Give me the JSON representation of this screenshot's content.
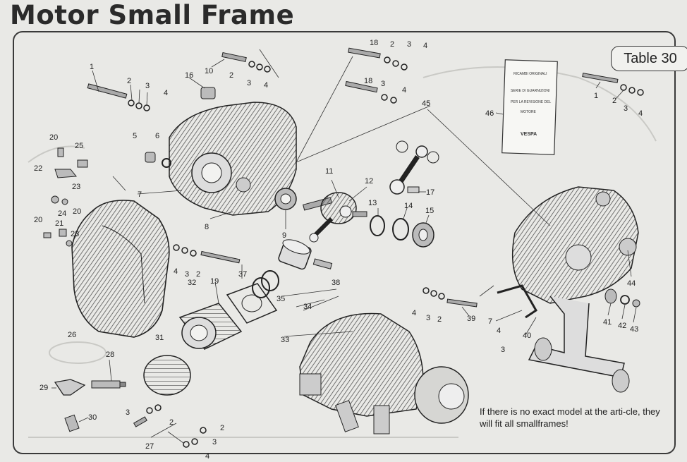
{
  "title": "Motor Small Frame",
  "table_label": "Table 30",
  "note": "If there is no exact model at the arti-cle, they will fit all smallframes!",
  "booklet": {
    "header": "RICAMBI ORIGINALI",
    "line1": "SERIE DI GUARNIZIONI",
    "line2": "PER LA REVISIONE DEL",
    "line3": "MOTORE",
    "brand": "VESPA"
  },
  "part_numbers": {
    "p1a": "1",
    "p2a": "2",
    "p3a": "3",
    "p4a": "4",
    "p16": "16",
    "p10": "10",
    "p2b": "2",
    "p3b": "3",
    "p4b": "4",
    "p18a": "18",
    "p2c": "2",
    "p3c": "3",
    "p4c": "4",
    "p18b": "18",
    "p3d": "3",
    "p4d": "4",
    "p45": "45",
    "p46": "46",
    "p1b": "1",
    "p2d": "2",
    "p3e": "3",
    "p4e": "4",
    "p20a": "20",
    "p25": "25",
    "p22": "22",
    "p23a": "23",
    "p24": "24",
    "p20b": "20",
    "p20c": "20",
    "p21": "21",
    "p23b": "23",
    "p5": "5",
    "p6": "6",
    "p7a": "7",
    "p8": "8",
    "p9": "9",
    "p11": "11",
    "p12": "12",
    "p17": "17",
    "p13": "13",
    "p14": "14",
    "p15": "15",
    "p4f": "4",
    "p3f": "3",
    "p2e": "2",
    "p19": "19",
    "p37": "37",
    "p32": "32",
    "p38": "38",
    "p35": "35",
    "p34": "34",
    "p26": "26",
    "p33": "33",
    "p31": "31",
    "p28": "28",
    "p29": "29",
    "p30": "30",
    "p3g": "3",
    "p2f": "2",
    "p27": "27",
    "p2g": "2",
    "p3h": "3",
    "p4g": "4",
    "p4h": "4",
    "p3i": "3",
    "p2h": "2",
    "p39": "39",
    "p7b": "7",
    "p4i": "4",
    "p3j": "3",
    "p40": "40",
    "p44": "44",
    "p41": "41",
    "p42": "42",
    "p43": "43"
  }
}
